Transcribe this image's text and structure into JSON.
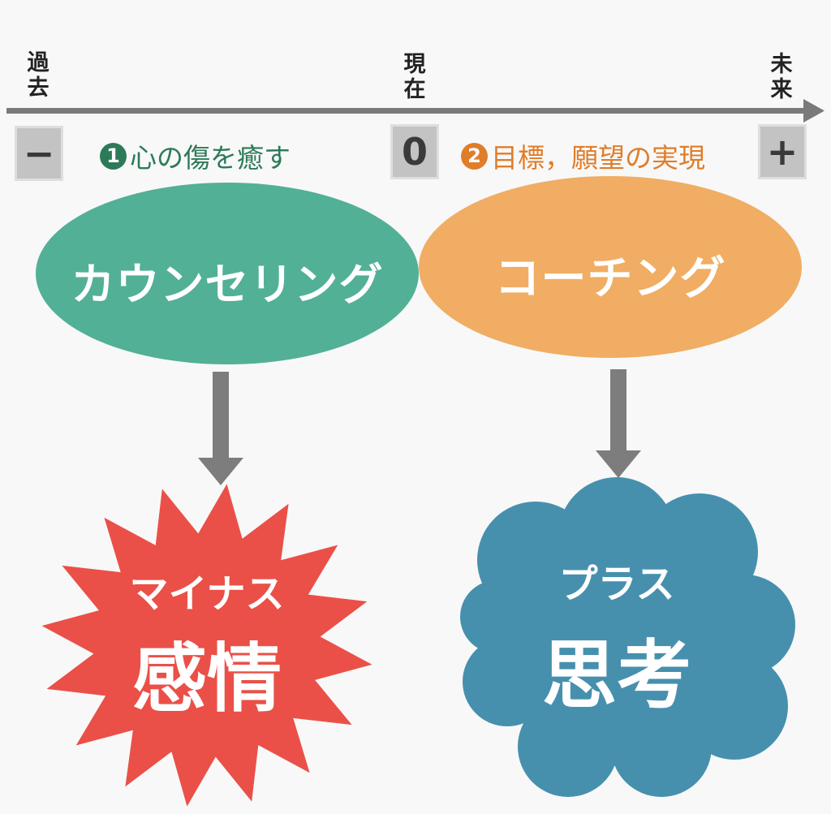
{
  "timeline": {
    "past": "過去",
    "present": "現在",
    "future": "未来",
    "arrow_color": "#7a7a7a"
  },
  "scale": {
    "minus": "−",
    "zero": "0",
    "plus": "+"
  },
  "captions": {
    "healing": {
      "badge": "1",
      "text": "心の傷を癒す",
      "color": "#2d7a58"
    },
    "goals": {
      "badge": "2",
      "text": "目標，願望の実現",
      "color": "#e07d2a"
    }
  },
  "approaches": {
    "counseling": {
      "label": "カウンセリング",
      "color": "#52b096"
    },
    "coaching": {
      "label": "コーチング",
      "color": "#f0ad63"
    }
  },
  "outcomes": {
    "negative": {
      "sub": "マイナス",
      "main": "感情",
      "color": "#ea5048"
    },
    "positive": {
      "sub": "プラス",
      "main": "思考",
      "color": "#4690ae"
    }
  },
  "arrow_color": "#7d7d7d"
}
